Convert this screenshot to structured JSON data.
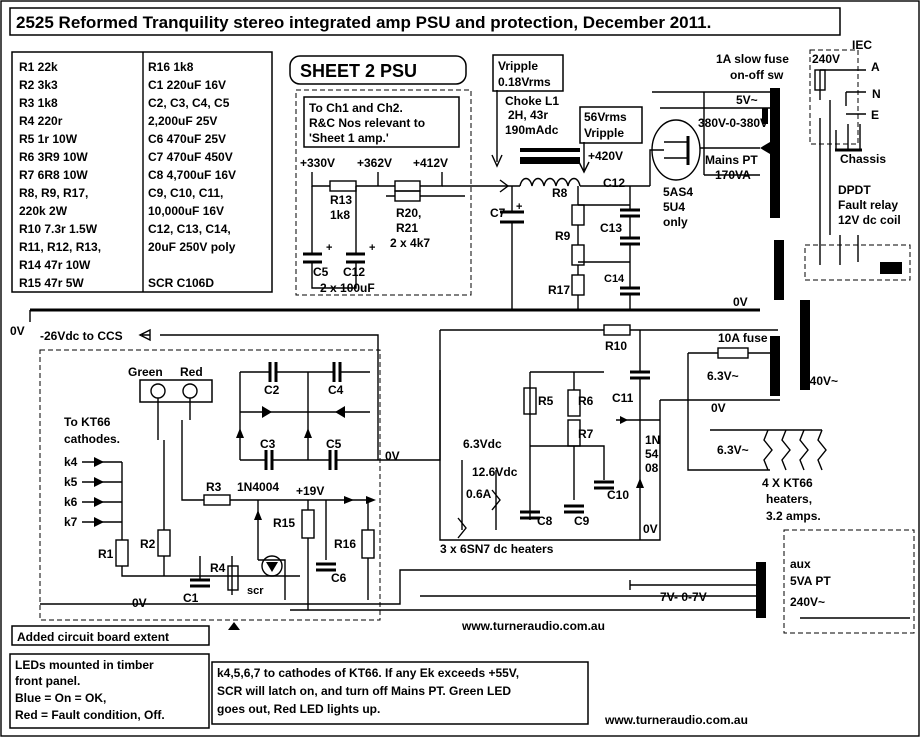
{
  "title": "2525 Reformed Tranquility stereo integrated amp PSU and protection, December 2011.",
  "sheet": "SHEET 2  PSU",
  "parts_left": [
    "R1  22k",
    "R2  3k3",
    "R3  1k8",
    "R4  220r",
    "R5 1r 10W",
    "R6  3R9 10W",
    "R7  6R8 10W",
    "R8, R9, R17,",
    "220k 2W",
    "R10 7.3r 1.5W",
    "R11, R12, R13,",
    "R14  47r 10W",
    "R15  47r 5W"
  ],
  "parts_right": [
    "R16  1k8",
    "C1  220uF 16V",
    "C2, C3, C4, C5",
    "2,200uF 25V",
    "C6  470uF 25V",
    "C7  470uF 450V",
    "C8  4,700uF 16V",
    "C9, C10, C11,",
    "10,000uF 16V",
    "C12, C13, C14,",
    "20uF 250V poly",
    "",
    "SCR  C106D"
  ],
  "note_ch": [
    "To Ch1 and Ch2.",
    "R&C Nos relevant to",
    "'Sheet 1 amp.'"
  ],
  "rails": {
    "v330": "+330V",
    "v362": "+362V",
    "v412": "+412V",
    "v420": "+420V",
    "v19": "+19V",
    "zero": "0V",
    "neg26": "-26Vdc to CCS"
  },
  "vripple1": [
    "Vripple",
    "0.18Vrms"
  ],
  "vripple2": [
    "56Vrms",
    "Vripple"
  ],
  "choke": [
    "Choke L1",
    "2H, 43r",
    "190mAdc"
  ],
  "tube": [
    "5AS4",
    "5U4",
    "only"
  ],
  "mains_pt": [
    "Mains PT",
    "170VA"
  ],
  "pt_sec": {
    "hv": "380V-0-380V",
    "v5": "5V~",
    "v63a": "6.3V~",
    "v63b": "6.3V~",
    "v240": "240V~",
    "v7": "7V- 0-7V"
  },
  "fuse1": [
    "1A slow fuse",
    "on-off sw"
  ],
  "mains": {
    "v240": "240V",
    "iec": "IEC",
    "a": "A",
    "n": "N",
    "e": "E",
    "chassis": "Chassis"
  },
  "relay": [
    "DPDT",
    "Fault relay",
    "12V dc coil"
  ],
  "fuse10": "10A  fuse",
  "comps": {
    "r8": "R8",
    "r9": "R9",
    "r17": "R17",
    "c7": "C7",
    "c12": "C12",
    "c13": "C13",
    "c14": "C14",
    "r13": "R13",
    "r13v": "1k8",
    "r2021": [
      "R20,",
      "R21",
      "2 x 4k7"
    ],
    "c5": "C5",
    "c12b": "C12",
    "c100": "2 x 100uF",
    "r10": "R10",
    "c11": "C11",
    "r5": "R5",
    "r6": "R6",
    "r7": "R7",
    "c8": "C8",
    "c9": "C9",
    "c10": "C10",
    "d1n": [
      "1N",
      "54",
      "08"
    ],
    "r1": "R1",
    "r2": "R2",
    "r3": "R3",
    "r4": "R4",
    "c1": "C1",
    "c2": "C2",
    "c3": "C3",
    "c4": "C4",
    "c5b": "C5",
    "c6": "C6",
    "r15": "R15",
    "r16": "R16",
    "d1n4004": "1N4004",
    "scr": "scr",
    "v63dc": "6.3Vdc",
    "v126dc": "12.6Vdc",
    "a06": "0.6A"
  },
  "leds": {
    "green": "Green",
    "red": "Red"
  },
  "kt66_cath": [
    "To KT66",
    "cathodes."
  ],
  "kt": [
    "k4",
    "k5",
    "k6",
    "k7"
  ],
  "heaters": [
    "4 X KT66",
    "heaters,",
    "3.2 amps."
  ],
  "sn7": "3 x 6SN7 dc heaters",
  "aux": [
    "aux",
    "5VA PT",
    "240V~"
  ],
  "board_extent": "Added circuit board extent",
  "url": "www.turneraudio.com.au",
  "led_note": [
    "LEDs mounted in timber",
    "front panel.",
    "Blue = On = OK,",
    "Red = Fault condition, Off."
  ],
  "fault_note": [
    "k4,5,6,7 to cathodes of KT66. If any Ek exceeds +55V,",
    "SCR will latch on, and turn off Mains PT. Green LED",
    "goes out, Red LED lights up."
  ]
}
